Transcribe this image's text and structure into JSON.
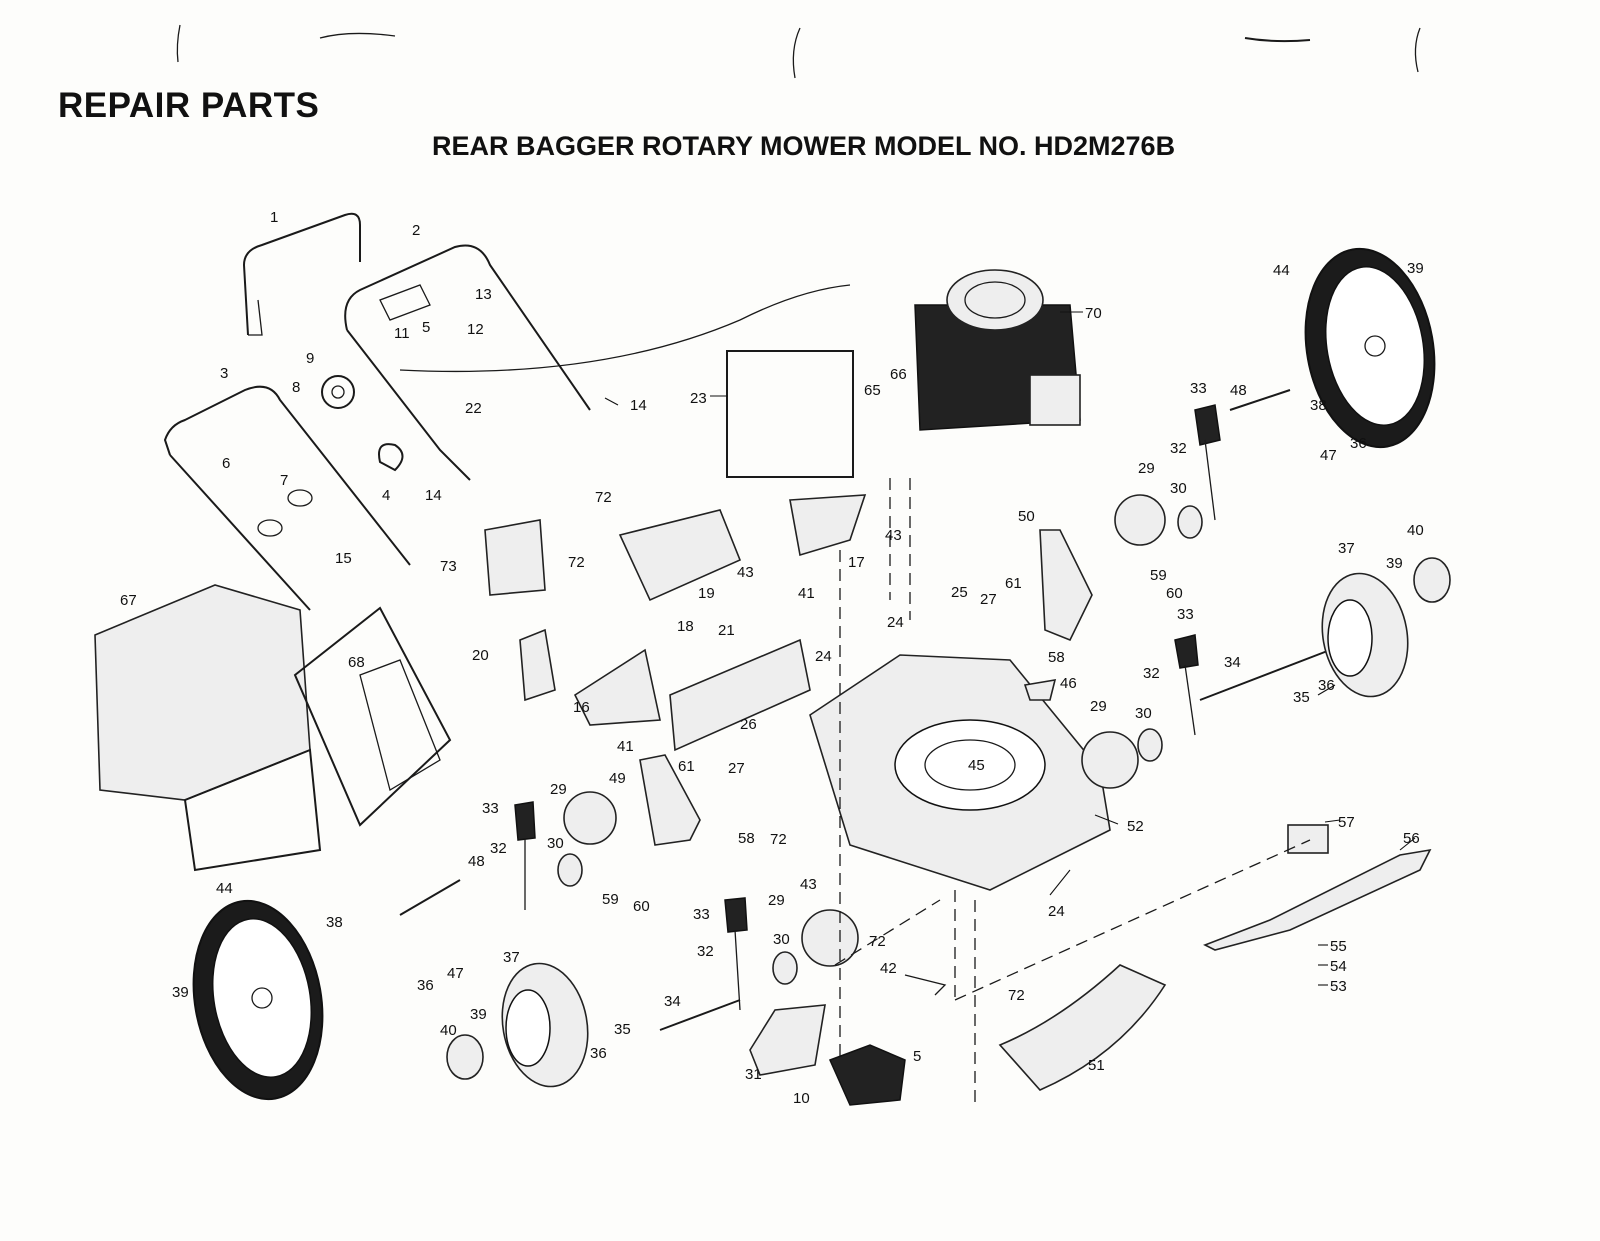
{
  "page_heading": "REPAIR PARTS",
  "diagram_title": "REAR BAGGER ROTARY MOWER MODEL NO. HD2M276B",
  "callouts": [
    "1",
    "2",
    "3",
    "4",
    "5",
    "5",
    "6",
    "7",
    "8",
    "9",
    "10",
    "11",
    "12",
    "13",
    "14",
    "14",
    "15",
    "16",
    "17",
    "18",
    "19",
    "20",
    "21",
    "22",
    "23",
    "24",
    "24",
    "24",
    "25",
    "26",
    "27",
    "27",
    "29",
    "29",
    "29",
    "29",
    "30",
    "30",
    "30",
    "30",
    "31",
    "32",
    "32",
    "32",
    "32",
    "33",
    "33",
    "33",
    "33",
    "34",
    "34",
    "35",
    "35",
    "36",
    "36",
    "36",
    "36",
    "37",
    "37",
    "38",
    "38",
    "39",
    "39",
    "39",
    "39",
    "40",
    "40",
    "41",
    "41",
    "42",
    "43",
    "43",
    "43",
    "44",
    "44",
    "45",
    "46",
    "47",
    "47",
    "48",
    "48",
    "49",
    "50",
    "51",
    "52",
    "53",
    "54",
    "55",
    "56",
    "57",
    "58",
    "58",
    "59",
    "59",
    "60",
    "60",
    "61",
    "61",
    "65",
    "66",
    "67",
    "68",
    "70",
    "72",
    "72",
    "72",
    "72",
    "72",
    "73"
  ]
}
